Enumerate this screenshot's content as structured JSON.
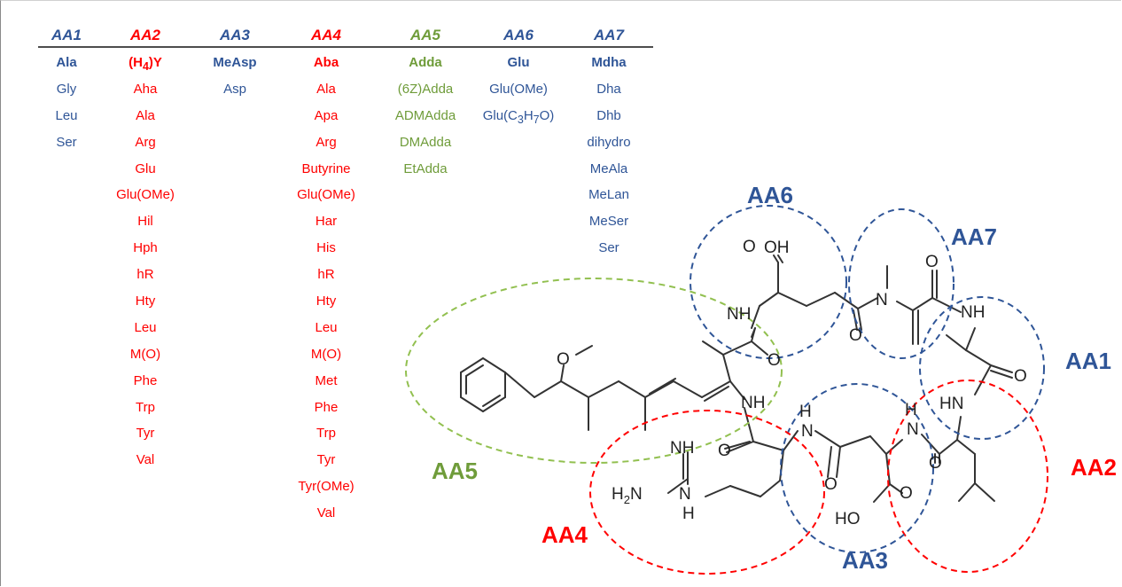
{
  "colors": {
    "blue": "#2f5597",
    "red": "#ff0000",
    "green": "#6f9c3a",
    "bond": "#333333"
  },
  "table": {
    "headers": [
      "AA1",
      "AA2",
      "AA3",
      "AA4",
      "AA5",
      "AA6",
      "AA7"
    ],
    "columns": [
      {
        "color": "blue",
        "items": [
          "Ala",
          "Gly",
          "Leu",
          "Ser"
        ]
      },
      {
        "color": "red",
        "items": [
          "(H4)Y",
          "Aha",
          "Ala",
          "Arg",
          "Glu",
          "Glu(OMe)",
          "Hil",
          "Hph",
          "hR",
          "Hty",
          "Leu",
          "M(O)",
          "Phe",
          "Trp",
          "Tyr",
          "Val"
        ]
      },
      {
        "color": "blue",
        "items": [
          "MeAsp",
          "Asp"
        ]
      },
      {
        "color": "red",
        "items": [
          "Aba",
          "Ala",
          "Apa",
          "Arg",
          "Butyrine",
          "Glu(OMe)",
          "Har",
          "His",
          "hR",
          "Hty",
          "Leu",
          "M(O)",
          "Met",
          "Phe",
          "Trp",
          "Tyr",
          "Tyr(OMe)",
          "Val"
        ]
      },
      {
        "color": "green",
        "items": [
          "Adda",
          "(6Z)Adda",
          "ADMAdda",
          "DMAdda",
          "EtAdda"
        ]
      },
      {
        "color": "blue",
        "items": [
          "Glu",
          "Glu(OMe)",
          "Glu(C3H7O)"
        ]
      },
      {
        "color": "blue",
        "items": [
          "Mdha",
          "Dha",
          "Dhb",
          "dihydro",
          "MeAla",
          "MeLan",
          "MeSer",
          "Ser"
        ]
      }
    ]
  },
  "regions": {
    "aa1": "AA1",
    "aa2": "AA2",
    "aa3": "AA3",
    "aa4": "AA4",
    "aa5": "AA5",
    "aa6": "AA6",
    "aa7": "AA7"
  },
  "atoms": {
    "oh": "OH",
    "o": "O",
    "n": "N",
    "nh": "NH",
    "hn": "HN",
    "h": "H",
    "ho": "HO",
    "h2n": "H2N",
    "h2": "2"
  }
}
